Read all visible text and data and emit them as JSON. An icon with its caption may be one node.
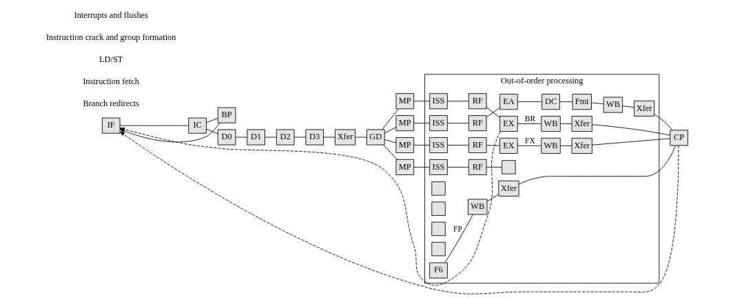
{
  "diagram": {
    "nodes": [
      {
        "text": [
          "IF"
        ]
      },
      {
        "text": [
          "IC"
        ]
      },
      {
        "text": [
          "BP"
        ]
      },
      {
        "text": [
          "D0"
        ]
      },
      {
        "text": [
          "D1"
        ]
      },
      {
        "text": [
          "D2"
        ]
      },
      {
        "text": [
          "D3"
        ]
      },
      {
        "text": [
          "Xfer"
        ]
      },
      {
        "text": [
          "GD"
        ]
      },
      {
        "text": [
          "MP"
        ]
      },
      {
        "text": [
          "MP"
        ]
      },
      {
        "text": [
          "MP"
        ]
      },
      {
        "text": [
          "MP"
        ]
      },
      {
        "text": [
          "Out-of-order processing"
        ]
      },
      {
        "text": [
          "ISS"
        ],
        "in": 13
      },
      {
        "text": [
          "RF"
        ],
        "in": 13
      },
      {
        "text": [
          "EX"
        ],
        "in": 13
      },
      {
        "text": [
          "WB"
        ],
        "in": 13
      },
      {
        "text": [
          "Xfer"
        ],
        "in": 13
      },
      {
        "text": [
          "ISS"
        ],
        "in": 13
      },
      {
        "text": [
          "RF"
        ],
        "in": 13
      },
      {
        "text": [
          "EA"
        ],
        "in": 13
      },
      {
        "text": [
          "DC"
        ],
        "in": 13
      },
      {
        "text": [
          "Fmt"
        ],
        "in": 13
      },
      {
        "text": [
          "WB"
        ],
        "in": 13
      },
      {
        "text": [
          "Xfer"
        ],
        "in": 13
      },
      {
        "text": [
          "ISS"
        ],
        "in": 13
      },
      {
        "text": [
          "RF"
        ],
        "in": 13
      },
      {
        "text": [
          "EX"
        ],
        "in": 13
      },
      {
        "text": [
          "WB"
        ],
        "in": 13
      },
      {
        "text": [
          "Xfer"
        ],
        "in": 13
      },
      {
        "text": [
          "ISS"
        ],
        "in": 13
      },
      {
        "text": [
          "RF"
        ],
        "in": 13
      },
      {
        "text": [],
        "shape": "box",
        "in": 13
      },
      {
        "text": [],
        "shape": "box",
        "in": 13
      },
      {
        "text": [],
        "shape": "box",
        "in": 13
      },
      {
        "text": [],
        "shape": "box",
        "in": 13
      },
      {
        "text": [],
        "shape": "box",
        "in": 13
      },
      {
        "text": [
          "F6"
        ],
        "in": 13
      },
      {
        "text": [
          "WB"
        ],
        "in": 13
      },
      {
        "text": [
          "Xfer"
        ],
        "in": 13
      },
      {
        "text": [
          "CP"
        ]
      }
    ],
    "edges": [
      {
        "from": 0,
        "to": 1,
        "arrow": "none"
      },
      {
        "from": 1,
        "to": 2,
        "arrow": "none"
      },
      {
        "from": 1,
        "to": 3,
        "arrow": "none"
      },
      {
        "from": 2,
        "to": 0,
        "arrow": "to"
      },
      {
        "from": 3,
        "to": 4,
        "arrow": "none"
      },
      {
        "from": 4,
        "to": 5,
        "arrow": "none"
      },
      {
        "from": 5,
        "to": 6,
        "arrow": "none"
      },
      {
        "from": 6,
        "to": 7,
        "arrow": "none"
      },
      {
        "from": 7,
        "to": 8,
        "arrow": "none"
      },
      {
        "from": 8,
        "to": 9,
        "arrow": "none"
      },
      {
        "from": 8,
        "to": 10,
        "arrow": "none"
      },
      {
        "from": 8,
        "to": 11,
        "arrow": "none"
      },
      {
        "from": 8,
        "to": 12,
        "arrow": "none"
      },
      {
        "from": 9,
        "to": 14,
        "arrow": "none"
      },
      {
        "from": 14,
        "to": 15,
        "arrow": "none"
      },
      {
        "from": 15,
        "to": 16,
        "arrow": "none"
      },
      {
        "from": 16,
        "to": 17,
        "label": "BR",
        "arrow": "none"
      },
      {
        "from": 17,
        "to": 18,
        "arrow": "none"
      },
      {
        "from": 10,
        "to": 19,
        "arrow": "none"
      },
      {
        "from": 19,
        "to": 20,
        "arrow": "none"
      },
      {
        "from": 20,
        "to": 21,
        "arrow": "none"
      },
      {
        "from": 21,
        "to": 22,
        "arrow": "none"
      },
      {
        "from": 22,
        "to": 23,
        "arrow": "none"
      },
      {
        "from": 23,
        "to": 24,
        "arrow": "none"
      },
      {
        "from": 24,
        "to": 25,
        "arrow": "none"
      },
      {
        "from": 11,
        "to": 26,
        "arrow": "none"
      },
      {
        "from": 26,
        "to": 27,
        "arrow": "none"
      },
      {
        "from": 27,
        "to": 28,
        "arrow": "none"
      },
      {
        "from": 28,
        "to": 29,
        "label": "FX",
        "arrow": "none"
      },
      {
        "from": 29,
        "to": 30,
        "arrow": "none"
      },
      {
        "from": 12,
        "to": 31,
        "arrow": "none"
      },
      {
        "from": 31,
        "to": 32,
        "arrow": "none"
      },
      {
        "from": 32,
        "to": 33,
        "arrow": "none"
      },
      {
        "from": 38,
        "to": 39,
        "label": "FP",
        "arrow": "none"
      },
      {
        "from": 39,
        "to": 40,
        "arrow": "none"
      },
      {
        "from": 18,
        "to": 41,
        "arrow": "none"
      },
      {
        "from": 25,
        "to": 41,
        "arrow": "none"
      },
      {
        "from": 30,
        "to": 41,
        "arrow": "none"
      },
      {
        "from": 40,
        "to": 41,
        "arrow": "none"
      },
      {
        "from": 16,
        "to": 0,
        "arrow": "to",
        "style": "dashed"
      },
      {
        "from": 41,
        "to": 0,
        "arrow": "to",
        "style": "dashed"
      }
    ],
    "labels": [
      "Branch redirects",
      "Instruction fetch",
      "LD/ST",
      "Instruction crack and group formation",
      "Interrupts and flushes"
    ]
  }
}
